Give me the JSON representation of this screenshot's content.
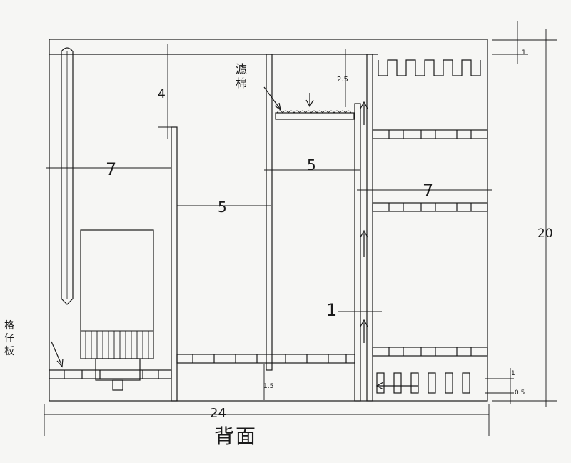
{
  "dimensions": {
    "total_width": "24",
    "total_height": "20",
    "overflow_gap": "4",
    "left_chamber_width": "7",
    "right_chamber_width": "7",
    "middle_gap": "5",
    "center_chamber_width": "5",
    "baffle_gap": "1",
    "top_notch": "1",
    "bottom_spacing_1": "1",
    "bottom_spacing_2": "0.5",
    "sponge_top": "2.5",
    "bottom_gap": "1.5"
  },
  "labels": {
    "filter_material": "濾\n棉",
    "grid_board": "格\n仔\n板",
    "view": "背\n面"
  },
  "colors": {
    "ink": "#1a1a1a",
    "paper": "#f6f6f4"
  }
}
